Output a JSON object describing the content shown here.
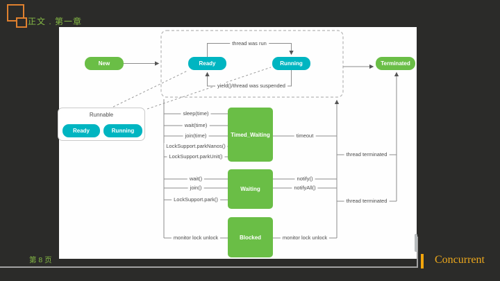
{
  "app": {
    "section_label": "正文 . 第一章",
    "page_number": "第 8 页",
    "footer_brand": "Concurrent"
  },
  "colors": {
    "background": "#2b2b29",
    "accent_green_shape": "#6abe46",
    "accent_cyan_shape": "#00b5c1",
    "accent_green_text": "#85b945",
    "accent_orange_logo": "#e0812f",
    "accent_gold": "#eca81d"
  },
  "diagram": {
    "top_flow": {
      "new": "New",
      "ready": "Ready",
      "running": "Running",
      "terminated": "Terminated",
      "ready_to_running_label": "thread was run",
      "running_to_ready_label": "yield()/thread was suspended"
    },
    "runnable_legend": {
      "title": "Runnable",
      "ready": "Ready",
      "running": "Running"
    },
    "timed_waiting": {
      "title": "Timed_Waiting",
      "enter_labels": [
        "sleep(time)",
        "wait(time)",
        "join(time)",
        "LockSupport.parkNanos()",
        "LockSupport.parkUnit()"
      ],
      "exit_label": "timeout",
      "terminate_label": "thread terminated"
    },
    "waiting": {
      "title": "Waiting",
      "enter_labels": [
        "wait()",
        "join()",
        "LockSupport.park()"
      ],
      "exit_labels": [
        "notify()",
        "notifyAll()"
      ],
      "terminate_label": "thread terminated"
    },
    "blocked": {
      "title": "Blocked",
      "enter_label": "monitor lock unlock",
      "exit_label": "monitor lock unlock"
    }
  }
}
